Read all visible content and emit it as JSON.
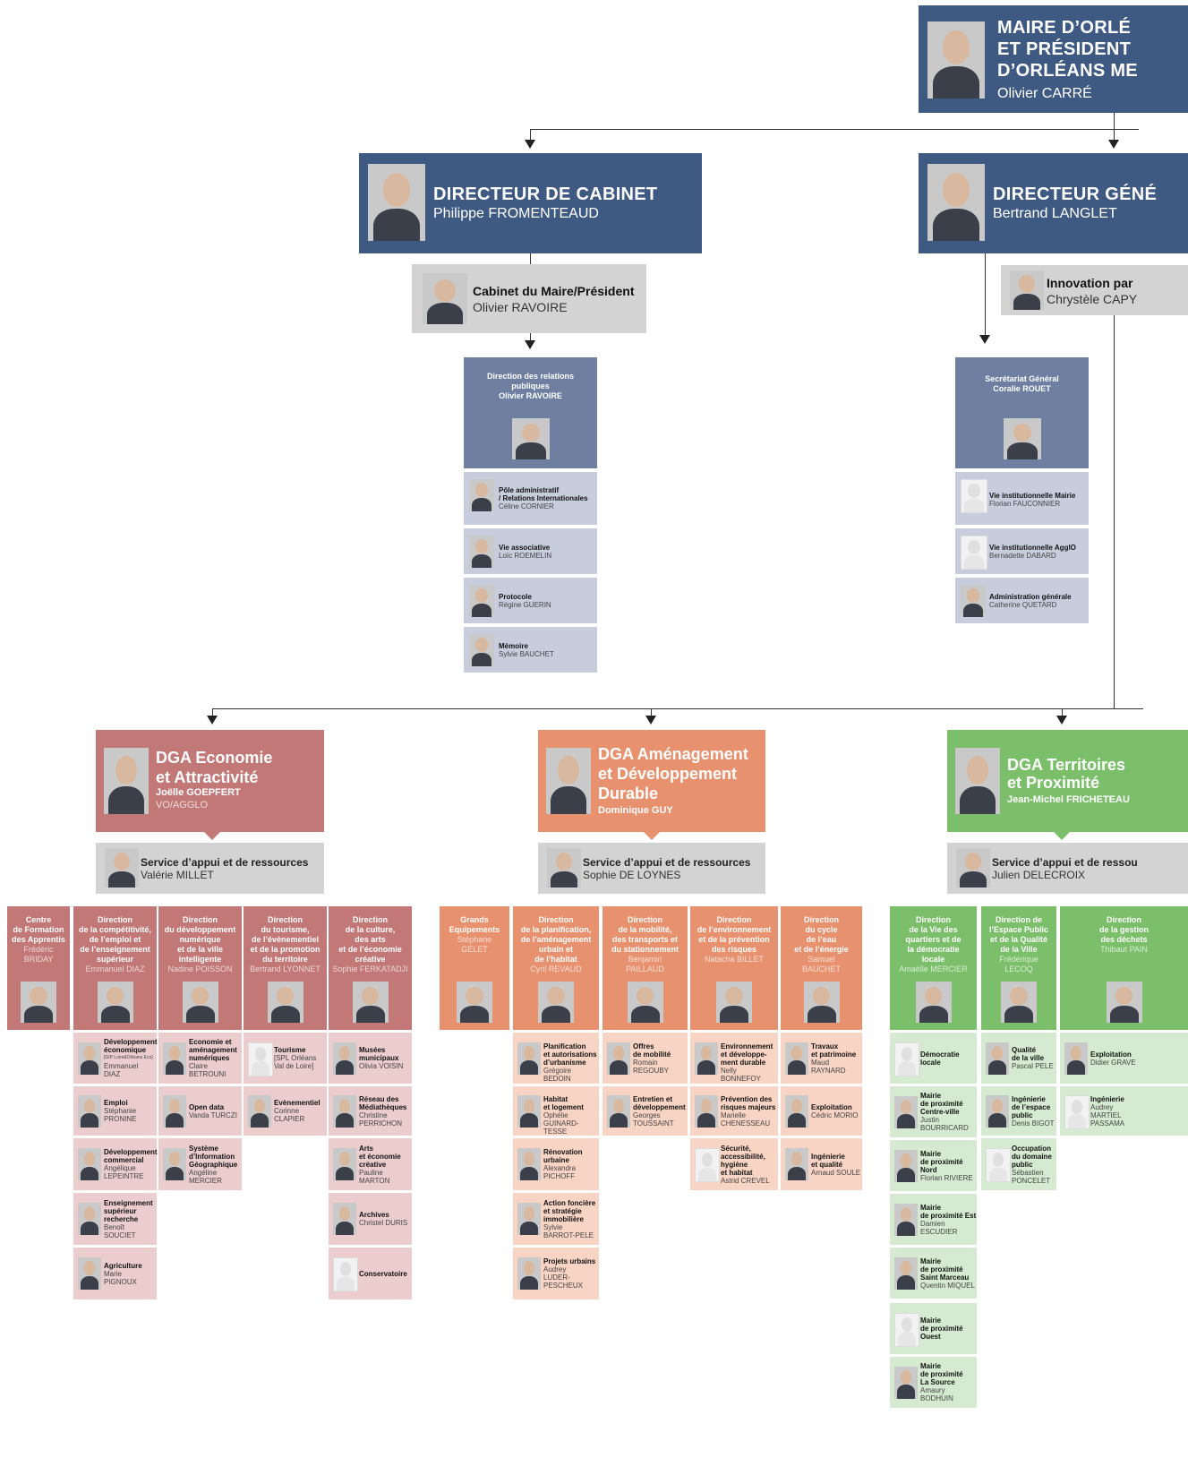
{
  "colors": {
    "navy": "#3f5a82",
    "grey": "#d3d3d3",
    "blue_dir": "#6f7fa1",
    "blue_sub": "#c8cddd",
    "red": "#c17877",
    "red_light": "#ebcdcd",
    "orange": "#e8916f",
    "orange_light": "#f8d4c4",
    "green": "#7cbf6b",
    "green_light": "#d5ead1"
  },
  "maire": {
    "title1": "MAIRE D’ORLÉ",
    "title2": "ET PRÉSIDENT",
    "title3": "D’ORLÉANS ME",
    "name": "Olivier CARRÉ"
  },
  "cabinet": {
    "title": "DIRECTEUR DE CABINET",
    "name": "Philippe FROMENTEAUD"
  },
  "dg": {
    "title": "DIRECTEUR GÉNÉ",
    "name": "Bertrand LANGLET"
  },
  "cab_maire": {
    "title": "Cabinet du Maire/Président",
    "name": "Olivier RAVOIRE"
  },
  "innovation": {
    "title": "Innovation par",
    "name": "Chrystèle CAPY"
  },
  "drp": {
    "l1": "Direction des relations",
    "l2": "publiques",
    "l3": "Olivier RAVOIRE",
    "items": [
      {
        "t": "Pôle administratif",
        "t2": "/ Relations Internationales",
        "n": "Céline CORNIER"
      },
      {
        "t": "Vie associative",
        "t2": "",
        "n": "Loïc ROEMELIN"
      },
      {
        "t": "Protocole",
        "t2": "",
        "n": "Régine GUERIN"
      },
      {
        "t": "Mémoire",
        "t2": "",
        "n": "Sylvie BAUCHET"
      }
    ]
  },
  "sg": {
    "l1": "Secrétariat Général",
    "l2": "Coralie ROUET",
    "items": [
      {
        "t": "Vie institutionnelle Mairie",
        "n": "Florian FAUCONNIER"
      },
      {
        "t": "Vie institutionnelle AgglO",
        "n": "Bernadette DABARD"
      },
      {
        "t": "Administration générale",
        "n": "Catherine QUETARD"
      }
    ]
  },
  "dga_eco": {
    "t1": "DGA Economie",
    "t2": "et Attractivité",
    "n": "Joëlle GOEPFERT",
    "n2": "VO/AGGLO",
    "svc_t": "Service d’appui et de ressources",
    "svc_n": "Valérie MILLET"
  },
  "dga_am": {
    "t1": "DGA Aménagement",
    "t2": "et Développement",
    "t3": "Durable",
    "n": "Dominique GUY",
    "svc_t": "Service d’appui et de ressources",
    "svc_n": "Sophie DE LOYNES"
  },
  "dga_ter": {
    "t1": "DGA Territoires",
    "t2": "et Proximité",
    "n": "Jean-Michel FRICHETEAU",
    "svc_t": "Service d’appui et de ressou",
    "svc_n": "Julien DELECROIX"
  },
  "dirs_eco": [
    {
      "l": [
        "Centre",
        "de Formation",
        "des Apprentis"
      ],
      "n": [
        "Frédéric",
        "BRIDAY"
      ]
    },
    {
      "l": [
        "Direction",
        "de la compétitivité,",
        "de l’emploi et",
        "de l’enseignement",
        "supérieur"
      ],
      "n": [
        "Emmanuel DIAZ"
      ]
    },
    {
      "l": [
        "Direction",
        "du développement",
        "numérique",
        "et de la ville",
        "intelligente"
      ],
      "n": [
        "Nadine POISSON"
      ]
    },
    {
      "l": [
        "Direction",
        "du tourisme,",
        "de l’évènementiel",
        "et de la promotion",
        "du territoire"
      ],
      "n": [
        "Bertrand LYONNET"
      ]
    },
    {
      "l": [
        "Direction",
        "de la culture,",
        "des arts",
        "et de l’économie",
        "créative"
      ],
      "n": [
        "Sophie FERKATADJI"
      ]
    }
  ],
  "dirs_am": [
    {
      "l": [
        "Grands",
        "Equipements"
      ],
      "n": [
        "Stéphane",
        "GELET"
      ]
    },
    {
      "l": [
        "Direction",
        "de la planification,",
        "de l’aménagement",
        "urbain et",
        "de l’habitat"
      ],
      "n": [
        "Cyril REVAUD"
      ]
    },
    {
      "l": [
        "Direction",
        "de la mobilité,",
        "des transports et",
        "du stationnement"
      ],
      "n": [
        "Benjamin",
        "PAILLAUD"
      ]
    },
    {
      "l": [
        "Direction",
        "de l’environnement",
        "et de la prévention",
        "des risques"
      ],
      "n": [
        "Natacha BILLET"
      ]
    },
    {
      "l": [
        "Direction",
        "du cycle",
        "de l’eau",
        "et de l’énergie"
      ],
      "n": [
        "Samuel",
        "BAUCHET"
      ]
    }
  ],
  "dirs_ter": [
    {
      "l": [
        "Direction",
        "de la Vie des",
        "quartiers et de",
        "la démocratie",
        "locale"
      ],
      "n": [
        "Amaëlle MERCIER"
      ]
    },
    {
      "l": [
        "Direction de",
        "l’Espace Public",
        "et de la Qualité",
        "de la Ville"
      ],
      "n": [
        "Frédérique",
        "LECOQ"
      ]
    },
    {
      "l": [
        "Direction",
        "de la gestion",
        "des déchets"
      ],
      "n": [
        "Thibaut PAIN"
      ]
    }
  ],
  "subs_eco": [
    [
      {
        "t": [
          "Développement",
          "économique"
        ],
        "n": [
          "[GIP Loire&Orléans Eco]",
          "Emmanuel",
          "DIAZ"
        ]
      },
      {
        "t": [
          "Emploi"
        ],
        "n": [
          "Stéphanie",
          "PRONINE"
        ]
      },
      {
        "t": [
          "Développement",
          "commercial"
        ],
        "n": [
          "Angélique",
          "LEPEINTRE"
        ]
      },
      {
        "t": [
          "Enseignement",
          "supérieur",
          "recherche"
        ],
        "n": [
          "Benoît",
          "SOUCIET"
        ]
      },
      {
        "t": [
          "Agriculture"
        ],
        "n": [
          "Marie",
          "PIGNOUX"
        ]
      }
    ],
    [
      {
        "t": [
          "Economie et",
          "aménagement",
          "numériques"
        ],
        "n": [
          "Claire",
          "BETROUNI"
        ]
      },
      {
        "t": [
          "Open data"
        ],
        "n": [
          "Vanda TURCZI"
        ]
      },
      {
        "t": [
          "Système",
          "d’Information",
          "Géographique"
        ],
        "n": [
          "Angéline",
          "MERCIER"
        ]
      }
    ],
    [
      {
        "t": [
          "Tourisme"
        ],
        "n": [
          "[SPL Orléans",
          "Val de Loire]"
        ]
      },
      {
        "t": [
          "Evènementiel"
        ],
        "n": [
          "Corinne",
          "CLAPIER"
        ]
      }
    ],
    [
      {
        "t": [
          "Musées",
          "municipaux"
        ],
        "n": [
          "Olivia VOISIN"
        ]
      },
      {
        "t": [
          "Réseau des",
          "Médiathèques"
        ],
        "n": [
          "Christine",
          "PERRICHON"
        ]
      },
      {
        "t": [
          "Arts",
          "et économie",
          "créative"
        ],
        "n": [
          "Pauline",
          "MARTON"
        ]
      },
      {
        "t": [
          "Archives"
        ],
        "n": [
          "Christel DURIS"
        ]
      },
      {
        "t": [
          "Conservatoire"
        ],
        "n": []
      }
    ]
  ],
  "subs_am": [
    [
      {
        "t": [
          "Planification",
          "et autorisations",
          "d’urbanisme"
        ],
        "n": [
          "Grégoire BEDOIN"
        ]
      },
      {
        "t": [
          "Habitat",
          "et logement"
        ],
        "n": [
          "Ophélie",
          "GUINARD-TESSE"
        ]
      },
      {
        "t": [
          "Rénovation",
          "urbaine"
        ],
        "n": [
          "Alexandra",
          "PICHOFF"
        ]
      },
      {
        "t": [
          "Action foncière",
          "et stratégie",
          "immobilière"
        ],
        "n": [
          "Sylvie",
          "BARROT-PELE"
        ]
      },
      {
        "t": [
          "Projets urbains"
        ],
        "n": [
          "Audrey",
          "LUDER-",
          "PESCHEUX"
        ]
      }
    ],
    [
      {
        "t": [
          "Offres",
          "de mobilité"
        ],
        "n": [
          "Romain",
          "REGOUBY"
        ]
      },
      {
        "t": [
          "Entretien et",
          "développement"
        ],
        "n": [
          "Georges",
          "TOUSSAINT"
        ]
      }
    ],
    [
      {
        "t": [
          "Environnement",
          "et dévelop­pe-",
          "ment durable"
        ],
        "n": [
          "Nelly BONNEFOY"
        ]
      },
      {
        "t": [
          "Prévention des",
          "risques majeurs"
        ],
        "n": [
          "Marielle",
          "CHENESSEAU"
        ]
      },
      {
        "t": [
          "Sécurité,",
          "accessibilité,",
          "hygiène",
          "et habitat"
        ],
        "n": [
          "Astrid CREVEL"
        ]
      }
    ],
    [
      {
        "t": [
          "Travaux",
          "et patrimoine"
        ],
        "n": [
          "Maud",
          "RAYNARD"
        ]
      },
      {
        "t": [
          "Exploitation"
        ],
        "n": [
          "Cédric MORIO"
        ]
      },
      {
        "t": [
          "Ingénierie",
          "et qualité"
        ],
        "n": [
          "Arnaud SOULE"
        ]
      }
    ]
  ],
  "subs_ter": [
    [
      {
        "t": [
          "Démocratie",
          "locale"
        ],
        "n": []
      },
      {
        "t": [
          "Mairie",
          "de proximité",
          "Centre-ville"
        ],
        "n": [
          "Justin",
          "BOURRICARD"
        ]
      },
      {
        "t": [
          "Mairie",
          "de proximité",
          "Nord"
        ],
        "n": [
          "Florian RIVIERE"
        ]
      },
      {
        "t": [
          "Mairie",
          "de proximité Est"
        ],
        "n": [
          "Damien",
          "ESCUDIER"
        ]
      },
      {
        "t": [
          "Mairie",
          "de proximité",
          "Saint Marceau"
        ],
        "n": [
          "Quentin MIQUEL"
        ]
      },
      {
        "t": [
          "Mairie",
          "de proximité",
          "Ouest"
        ],
        "n": []
      },
      {
        "t": [
          "Mairie",
          "de proximité",
          "La Source"
        ],
        "n": [
          "Amaury",
          "BODHUIN"
        ]
      }
    ],
    [
      {
        "t": [
          "Qualité",
          "de la ville"
        ],
        "n": [
          "Pascal PELE"
        ]
      },
      {
        "t": [
          "Ingénierie",
          "de l’espace",
          "public"
        ],
        "n": [
          "Denis BIGOT"
        ]
      },
      {
        "t": [
          "Occupation",
          "du domaine",
          "public"
        ],
        "n": [
          "Sébastien",
          "PONCELET"
        ]
      }
    ],
    [
      {
        "t": [
          "Exploitation"
        ],
        "n": [
          "Didier GRAVE"
        ]
      },
      {
        "t": [
          "Ingénierie"
        ],
        "n": [
          "Audrey",
          "MARTIEL",
          "PASSAMA"
        ]
      }
    ]
  ]
}
